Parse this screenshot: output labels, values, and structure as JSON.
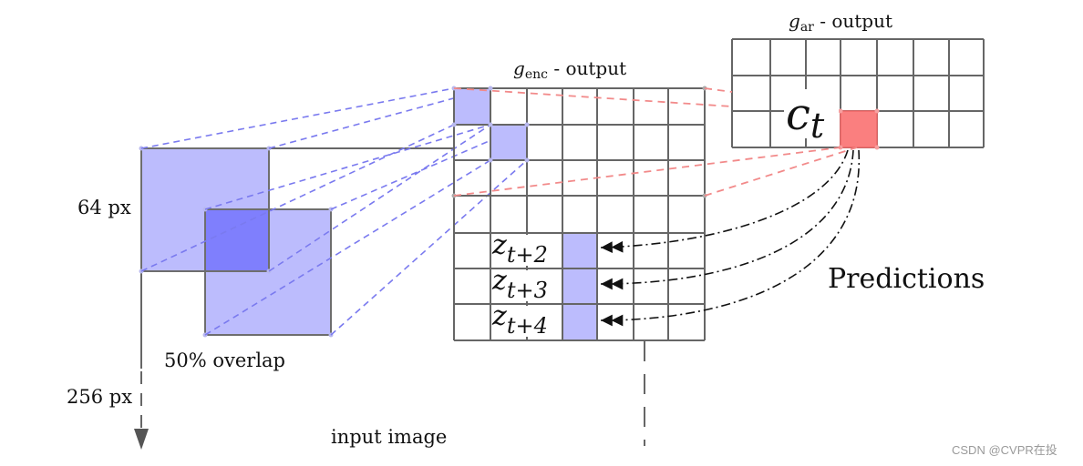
{
  "colors": {
    "patch_fill": "#bcbcfd",
    "overlap_fill": "#7f7ffd",
    "pred_fill": "#bcbcfd",
    "ct_fill": "#fa7f7f",
    "blue_dash": "#7a7aef",
    "red_dash": "#f28a8a",
    "grid": "#666666"
  },
  "labels": {
    "genc_sym": "g",
    "genc_sub": "enc",
    "genc_rest": " - output",
    "gar_sym": "g",
    "gar_sub": "ar",
    "gar_rest": " - output",
    "ct_sym": "c",
    "ct_sub": "t",
    "px64": "64 px",
    "px256": "256 px",
    "overlap": "50% overlap",
    "input_image": "input image",
    "predictions": "Predictions"
  },
  "z_labels": [
    {
      "sym": "z",
      "sub": "t+2"
    },
    {
      "sym": "z",
      "sub": "t+3"
    },
    {
      "sym": "z",
      "sub": "t+4"
    }
  ],
  "watermark": "CSDN @CVPR在投"
}
